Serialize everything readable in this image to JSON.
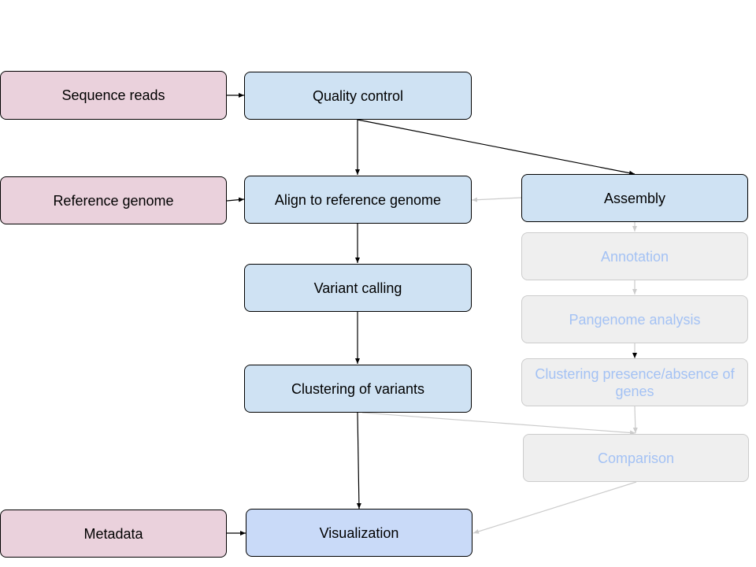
{
  "nodes": {
    "sequence_reads": "Sequence reads",
    "reference_genome": "Reference genome",
    "metadata": "Metadata",
    "quality_control": "Quality control",
    "align": "Align to reference genome",
    "variant_calling": "Variant calling",
    "clustering_variants": "Clustering of variants",
    "visualization": "Visualization",
    "assembly": "Assembly",
    "annotation": "Annotation",
    "pangenome": "Pangenome analysis",
    "clustering_presence": "Clustering presence/absence of genes",
    "comparison": "Comparison"
  },
  "colors": {
    "input_fill": "#ead1dc",
    "step_fill": "#cfe2f3",
    "final_fill": "#c9daf8",
    "faded_fill": "#efefef",
    "faded_text": "#a4c2f4",
    "faded_border": "#cccccc",
    "active_arrow": "#000000",
    "faded_arrow": "#cccccc"
  }
}
